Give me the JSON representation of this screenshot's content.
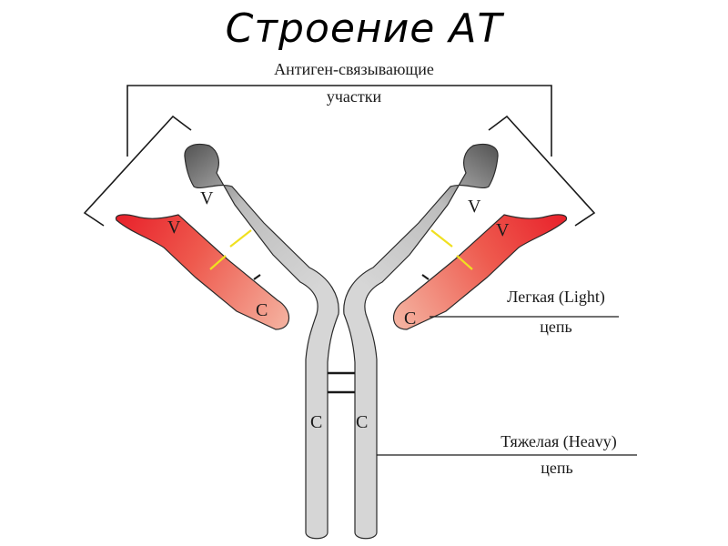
{
  "title": "Строение АТ",
  "labels": {
    "antigen_binding_line1": "Антиген-связывающие",
    "antigen_binding_line2": "участки",
    "light_chain_line1": "Легкая (Light)",
    "light_chain_line2": "цепь",
    "heavy_chain_line1": "Тяжелая (Heavy)",
    "heavy_chain_line2": "цепь"
  },
  "domains": {
    "variable": "V",
    "constant": "C"
  },
  "colors": {
    "heavy_chain_light": "#d6d6d6",
    "heavy_chain_dark": "#5a5a5a",
    "light_chain_red": "#e8202a",
    "light_chain_pale": "#f3a594",
    "domain_boundary": "#f0e020",
    "outline": "#2a2a2a"
  }
}
